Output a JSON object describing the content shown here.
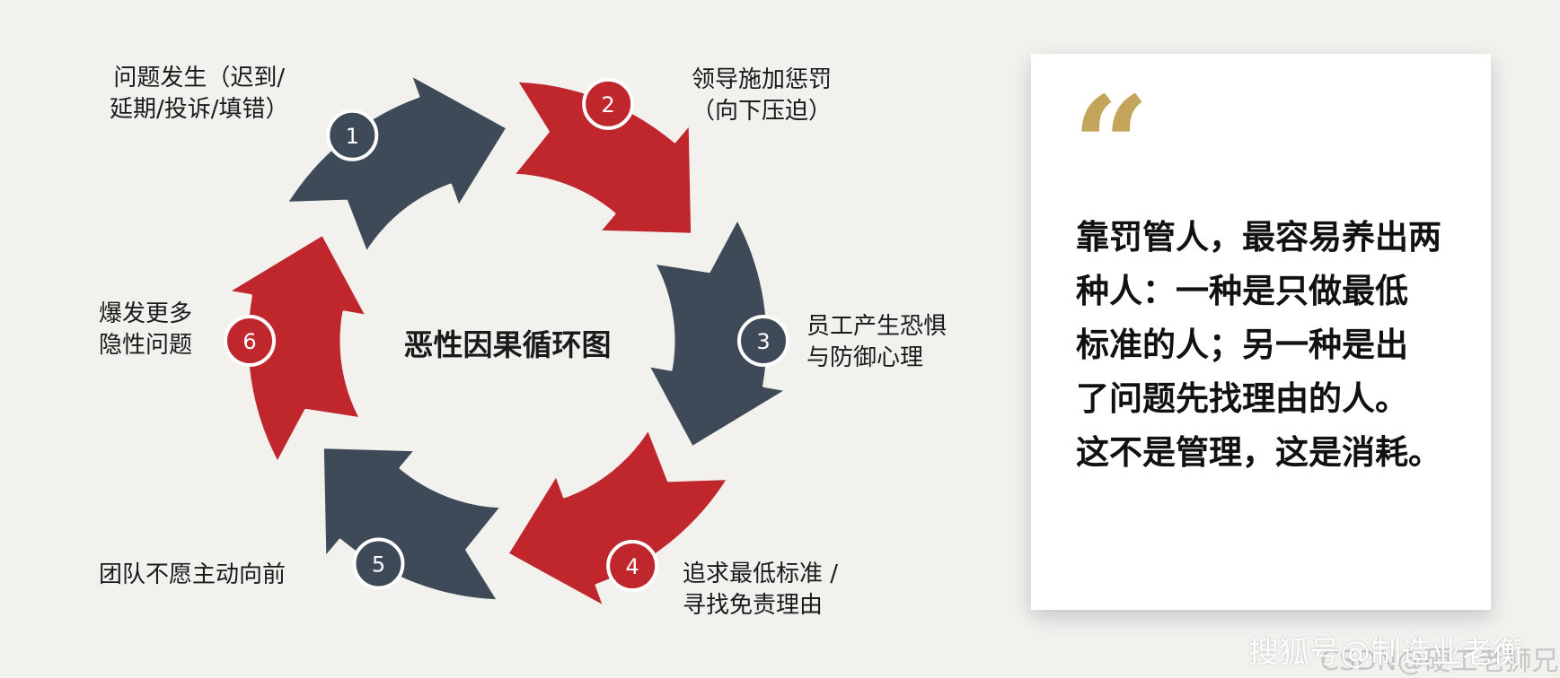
{
  "diagram": {
    "title": "恶性因果循环图",
    "steps": [
      {
        "number": "1",
        "lines": [
          "问题发生（迟到/",
          "延期/投诉/填错）"
        ],
        "color": "#3e4a58"
      },
      {
        "number": "2",
        "lines": [
          "领导施加惩罚",
          "（向下压迫）"
        ],
        "color": "#c0272d"
      },
      {
        "number": "3",
        "lines": [
          "员工产生恐惧",
          "与防御心理"
        ],
        "color": "#3e4a58"
      },
      {
        "number": "4",
        "lines": [
          "追求最低标准 /",
          "寻找免责理由"
        ],
        "color": "#c0272d"
      },
      {
        "number": "5",
        "lines": [
          "团队不愿主动向前"
        ],
        "color": "#3e4a58"
      },
      {
        "number": "6",
        "lines": [
          "爆发更多",
          "隐性问题"
        ],
        "color": "#c0272d"
      }
    ]
  },
  "quote": {
    "mark": "“",
    "lines": [
      "靠罚管人，最容易养出两",
      "种人：一种是只做最低",
      "标准的人；另一种是出",
      "了问题先找理由的人。",
      "这不是管理，这是消耗。"
    ],
    "accent_color": "#c4a35a"
  },
  "watermark": {
    "text": "搜狐号@制造业老衡",
    "faint_text": "CSDN@硬工老狮兄"
  }
}
